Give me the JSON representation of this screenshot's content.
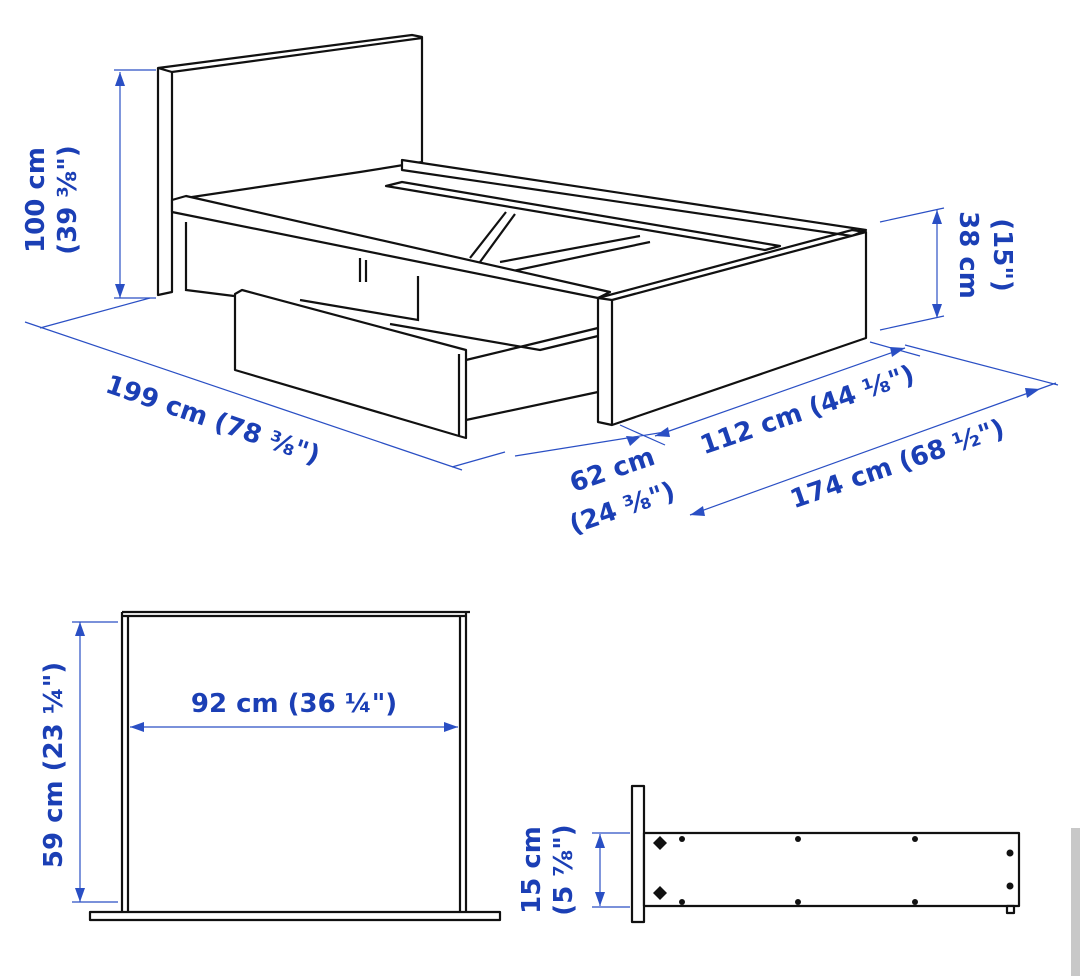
{
  "colors": {
    "dimension": "#1b3fb5",
    "line": "#111111",
    "scrollbar": "#c8c8c8"
  },
  "bed_view": {
    "height": {
      "cm": "100 cm",
      "in": "(39 ⅜\")"
    },
    "side_height": {
      "cm": "38 cm",
      "in": "(15\")"
    },
    "length": {
      "label": "199 cm (78 ⅜\")"
    },
    "width": {
      "label": "112 cm (44 ⅛\")"
    },
    "drawer_out": {
      "cm": "62 cm",
      "in": "(24 ⅜\")"
    },
    "total_depth": {
      "label": "174 cm (68 ½\")"
    }
  },
  "drawer_top_view": {
    "width": {
      "label": "92 cm (36 ¼\")"
    },
    "depth": {
      "label": "59 cm (23 ¼\")"
    }
  },
  "drawer_side_view": {
    "height": {
      "cm": "15 cm",
      "in": "(5 ⅞\")"
    }
  }
}
